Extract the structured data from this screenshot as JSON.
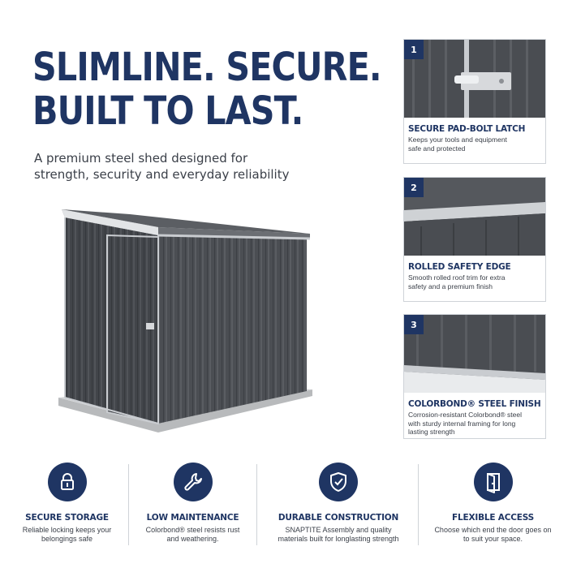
{
  "headline": {
    "line1": "SLIMLINE. SECURE.",
    "line2": "BUILT TO LAST."
  },
  "subhead": {
    "line1": "A premium steel shed designed for",
    "line2": "strength, security and everyday reliability"
  },
  "cards": [
    {
      "number": "1",
      "title": "SECURE PAD-BOLT LATCH",
      "desc_line1": "Keeps your tools and equipment",
      "desc_line2": "safe and protected",
      "desc_line3": ""
    },
    {
      "number": "2",
      "title": "ROLLED SAFETY EDGE",
      "desc_line1": "Smooth rolled roof trim for extra",
      "desc_line2": "safety and a premium finish",
      "desc_line3": ""
    },
    {
      "number": "3",
      "title": "COLORBOND® STEEL FINISH",
      "desc_line1": "Corrosion-resistant Colorbond® steel",
      "desc_line2": "with sturdy internal framing for long",
      "desc_line3": "lasting strength"
    }
  ],
  "features": [
    {
      "icon": "padlock-icon",
      "title": "SECURE STORAGE",
      "desc_line1": "Reliable locking keeps your",
      "desc_line2": "belongings safe"
    },
    {
      "icon": "wrench-icon",
      "title": "LOW MAINTENANCE",
      "desc_line1": "Colorbond® steel resists rust",
      "desc_line2": "and weathering."
    },
    {
      "icon": "shield-check-icon",
      "title": "DURABLE CONSTRUCTION",
      "desc_line1": "SNAPTITE Assembly and quality",
      "desc_line2": "materials built for longlasting strength"
    },
    {
      "icon": "door-icon",
      "title": "FLEXIBLE ACCESS",
      "desc_line1": "Choose which end the door goes on",
      "desc_line2": "to suit your space."
    }
  ],
  "colors": {
    "brand_navy": "#1f3563",
    "shed_steel": "#4a4d52",
    "trim_silver": "#c9ccd0"
  }
}
